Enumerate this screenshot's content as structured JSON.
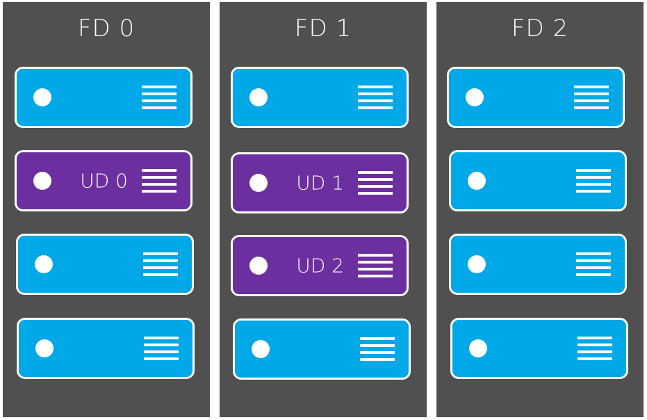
{
  "racks": [
    {
      "title": "FD 0",
      "servers": [
        {
          "status": "blue",
          "label": ""
        },
        {
          "status": "purple",
          "label": "UD 0"
        },
        {
          "status": "blue",
          "label": ""
        },
        {
          "status": "blue",
          "label": ""
        }
      ]
    },
    {
      "title": "FD 1",
      "servers": [
        {
          "status": "blue",
          "label": ""
        },
        {
          "status": "purple",
          "label": "UD 1"
        },
        {
          "status": "purple",
          "label": "UD 2"
        },
        {
          "status": "blue",
          "label": ""
        }
      ]
    },
    {
      "title": "FD 2",
      "servers": [
        {
          "status": "blue",
          "label": ""
        },
        {
          "status": "blue",
          "label": ""
        },
        {
          "status": "blue",
          "label": ""
        },
        {
          "status": "blue",
          "label": ""
        }
      ]
    }
  ],
  "colors": {
    "rack": "#505050",
    "server_default": "#00a8e8",
    "server_highlight": "#6c2f9f",
    "outline": "#ffffff"
  }
}
